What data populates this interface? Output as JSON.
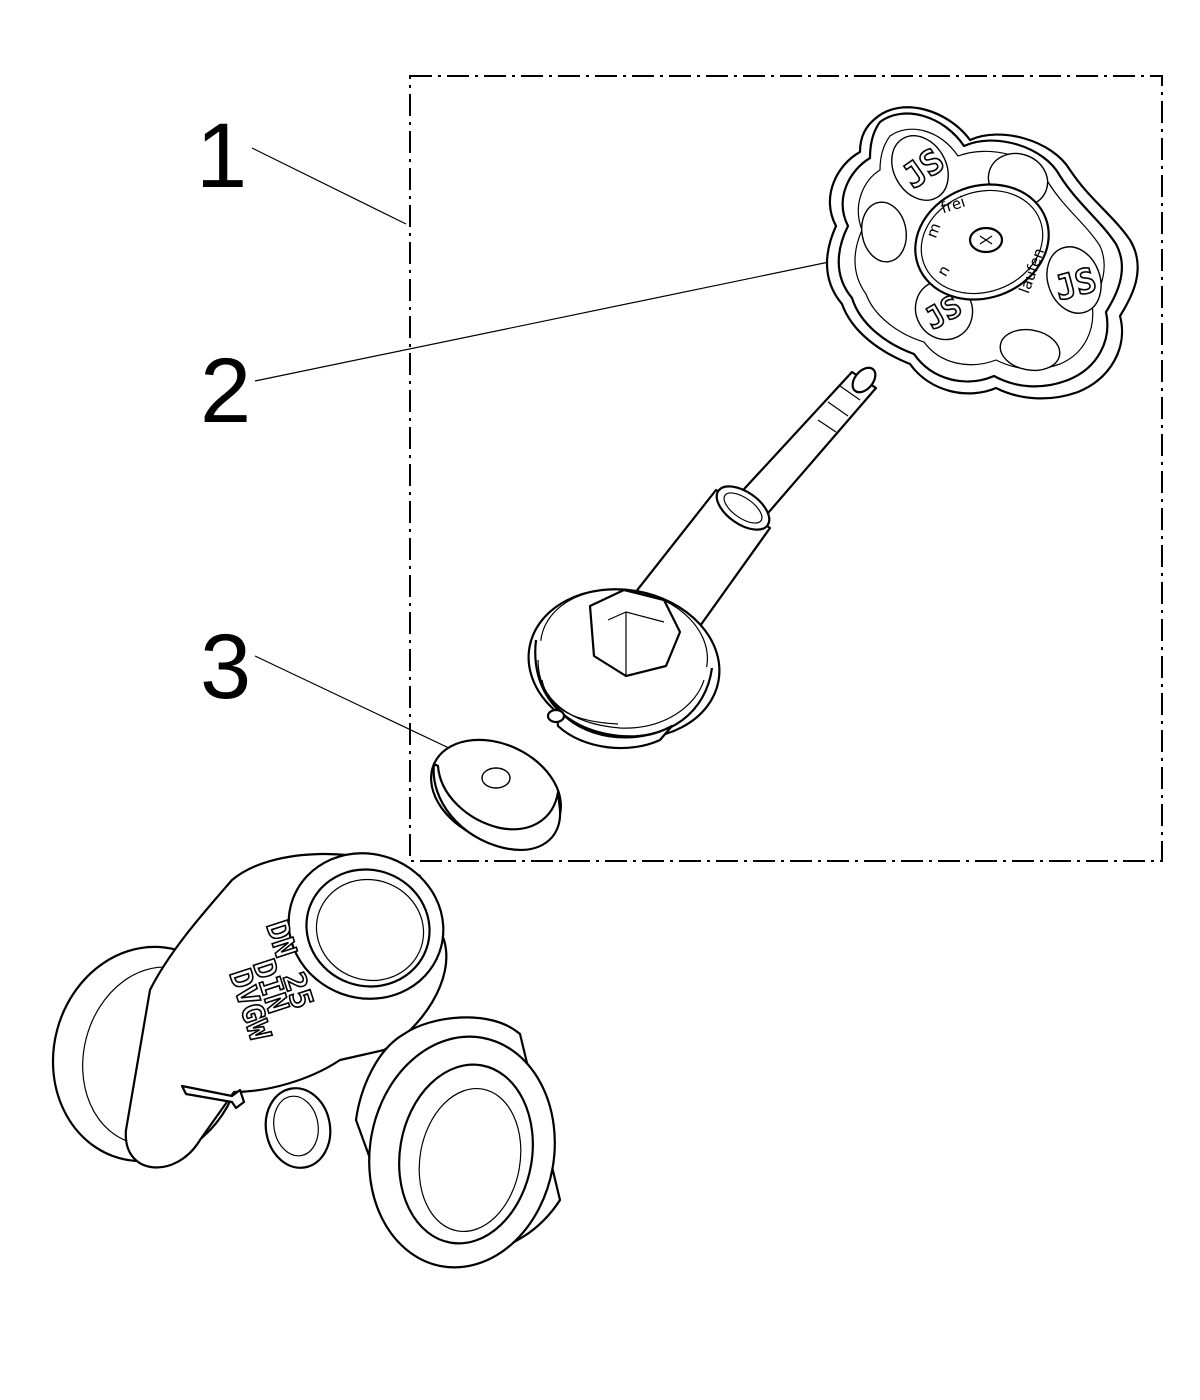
{
  "callouts": [
    {
      "number": "1",
      "part": "upper-valve-assembly"
    },
    {
      "number": "2",
      "part": "handwheel"
    },
    {
      "number": "3",
      "part": "valve-seal-washer"
    }
  ],
  "handwheel": {
    "disk_text_top": "frei",
    "disk_text_left": "m",
    "disk_text_right": "laufen",
    "disk_text_bottom": "n",
    "lobe_marking": "JS"
  },
  "valve_body": {
    "marking_line1": "DN 25",
    "marking_line2": "DIN",
    "marking_line3": "DVGW"
  }
}
